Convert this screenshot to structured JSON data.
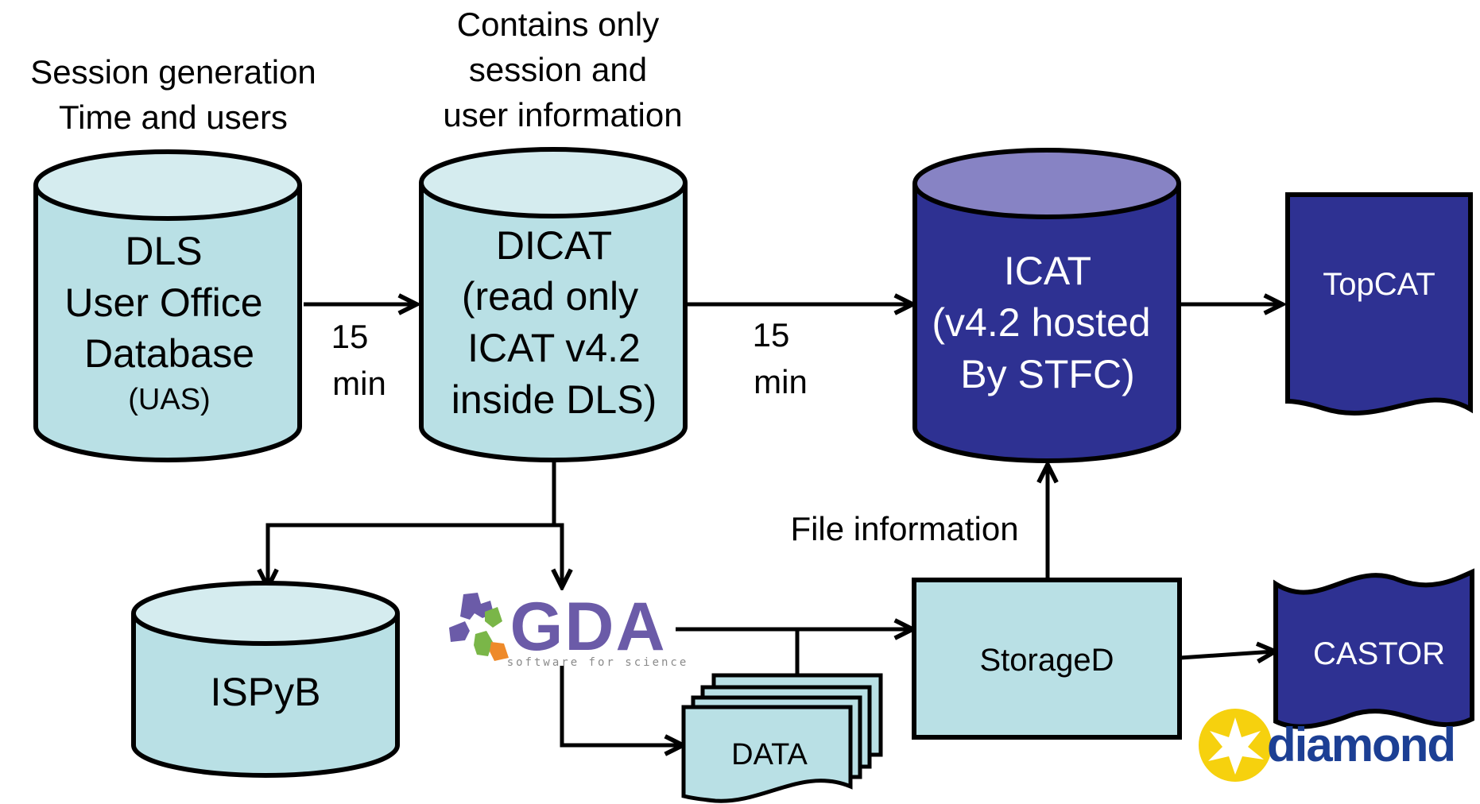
{
  "colors": {
    "light": "#b9e0e5",
    "light_top": "#d5ecef",
    "dark": "#2e3192",
    "dark_top": "#8783c4",
    "stroke": "#000000",
    "gda_purple": "#6b5ba8",
    "gda_orange": "#ee8a2a",
    "gda_green": "#7ab648",
    "diamond_blue": "#1c3f94",
    "diamond_yellow": "#f6d10e"
  },
  "annotations": {
    "session_gen": [
      "Session generation",
      "Time and users"
    ],
    "contains": [
      "Contains only",
      "session and",
      "user information"
    ],
    "file_info": "File information"
  },
  "edges": {
    "uas_dicat": [
      "15",
      "min"
    ],
    "dicat_icat": [
      "15",
      "min"
    ]
  },
  "nodes": {
    "uas": {
      "lines": [
        "DLS",
        "User Office",
        "Database"
      ],
      "sub": "(UAS)"
    },
    "dicat": {
      "lines": [
        "DICAT",
        "(read only",
        "ICAT v4.2",
        "inside DLS)"
      ]
    },
    "icat": {
      "lines": [
        "ICAT",
        "(v4.2 hosted",
        "By STFC)"
      ]
    },
    "topcat": {
      "label": "TopCAT"
    },
    "ispyb": {
      "label": "ISPyB"
    },
    "gda": {
      "label": "GDA",
      "tagline": "software for science"
    },
    "data": {
      "label": "DATA"
    },
    "storaged": {
      "label": "StorageD"
    },
    "castor": {
      "label": "CASTOR"
    },
    "diamond": {
      "label": "diamond"
    }
  }
}
